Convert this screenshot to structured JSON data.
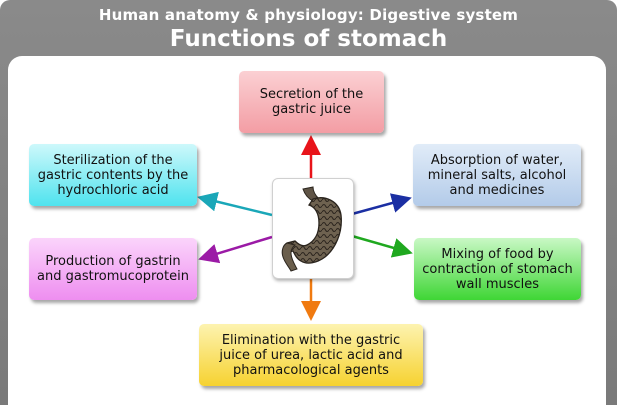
{
  "header": {
    "subtitle": "Human anatomy & physiology: Digestive system",
    "title": "Functions of stomach"
  },
  "functions": {
    "secretion": "Secretion of the gastric juice",
    "sterilization": "Sterilization of the gastric contents by the hydrochloric acid",
    "absorption": "Absorption of water, mineral salts, alcohol and medicines",
    "gastrin": "Production of gastrin and gastromucoprotein",
    "mixing": "Mixing of food by contraction of stomach wall muscles",
    "elimination": "Elimination with the gastric juice of urea, lactic acid and pharmacological agents"
  },
  "center": {
    "icon": "stomach-illustration"
  },
  "colors": {
    "arrow_secretion": "#e8141a",
    "arrow_sterilization": "#1aa7b8",
    "arrow_absorption": "#1b2fa3",
    "arrow_gastrin": "#9b1aa6",
    "arrow_mixing": "#1fa81f",
    "arrow_elimination": "#f07a10"
  }
}
